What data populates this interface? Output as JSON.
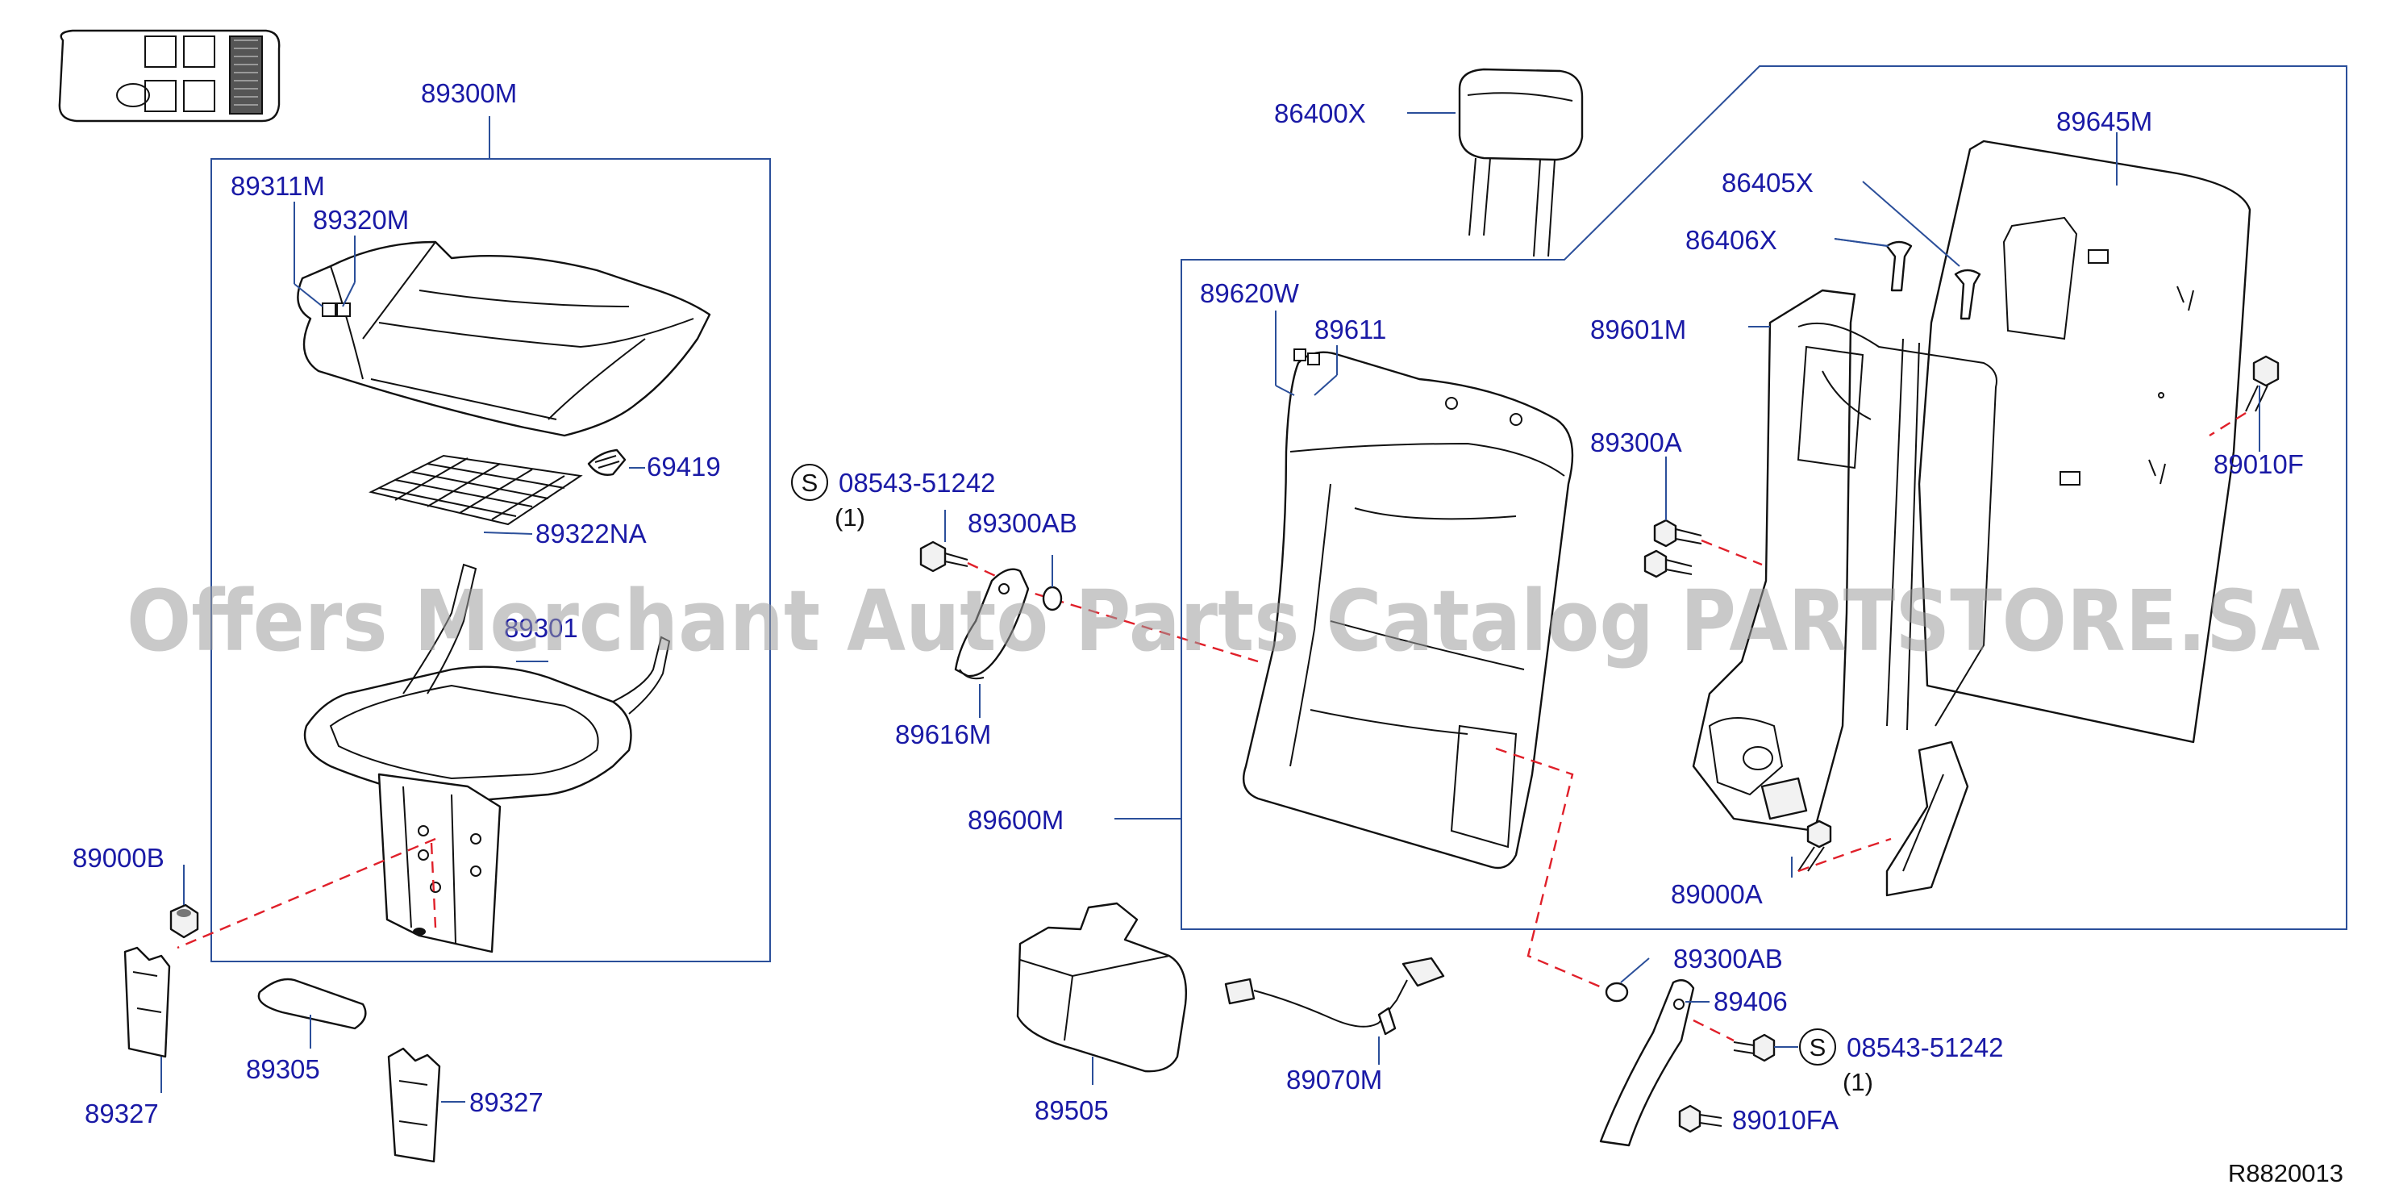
{
  "watermark": "Offers Merchant Auto Parts Catalog PARTSTORE.SA",
  "diagram_code": "R8820013",
  "callouts": {
    "p89300M": "89300M",
    "p89311M": "89311M",
    "p89320M": "89320M",
    "p69419": "69419",
    "p89322NA": "89322NA",
    "p89301": "89301",
    "p89000B": "89000B",
    "p89327_left": "89327",
    "p89305": "89305",
    "p89327_right": "89327",
    "p08543_left": "08543-51242",
    "p08543_left_qty": "(1)",
    "p89300AB_upper": "89300AB",
    "p89616M": "89616M",
    "p86400X": "86400X",
    "p89620W": "89620W",
    "p89611": "89611",
    "p89600M": "89600M",
    "p89645M": "89645M",
    "p86405X": "86405X",
    "p86406X": "86406X",
    "p89601M": "89601M",
    "p89300A": "89300A",
    "p89010F": "89010F",
    "p89000A": "89000A",
    "p89300AB_lower": "89300AB",
    "p89406": "89406",
    "p08543_right": "08543-51242",
    "p08543_right_qty": "(1)",
    "p89010FA": "89010FA",
    "p89505": "89505",
    "p89070M": "89070M"
  },
  "symbols": {
    "standard_part_marker": "S"
  }
}
